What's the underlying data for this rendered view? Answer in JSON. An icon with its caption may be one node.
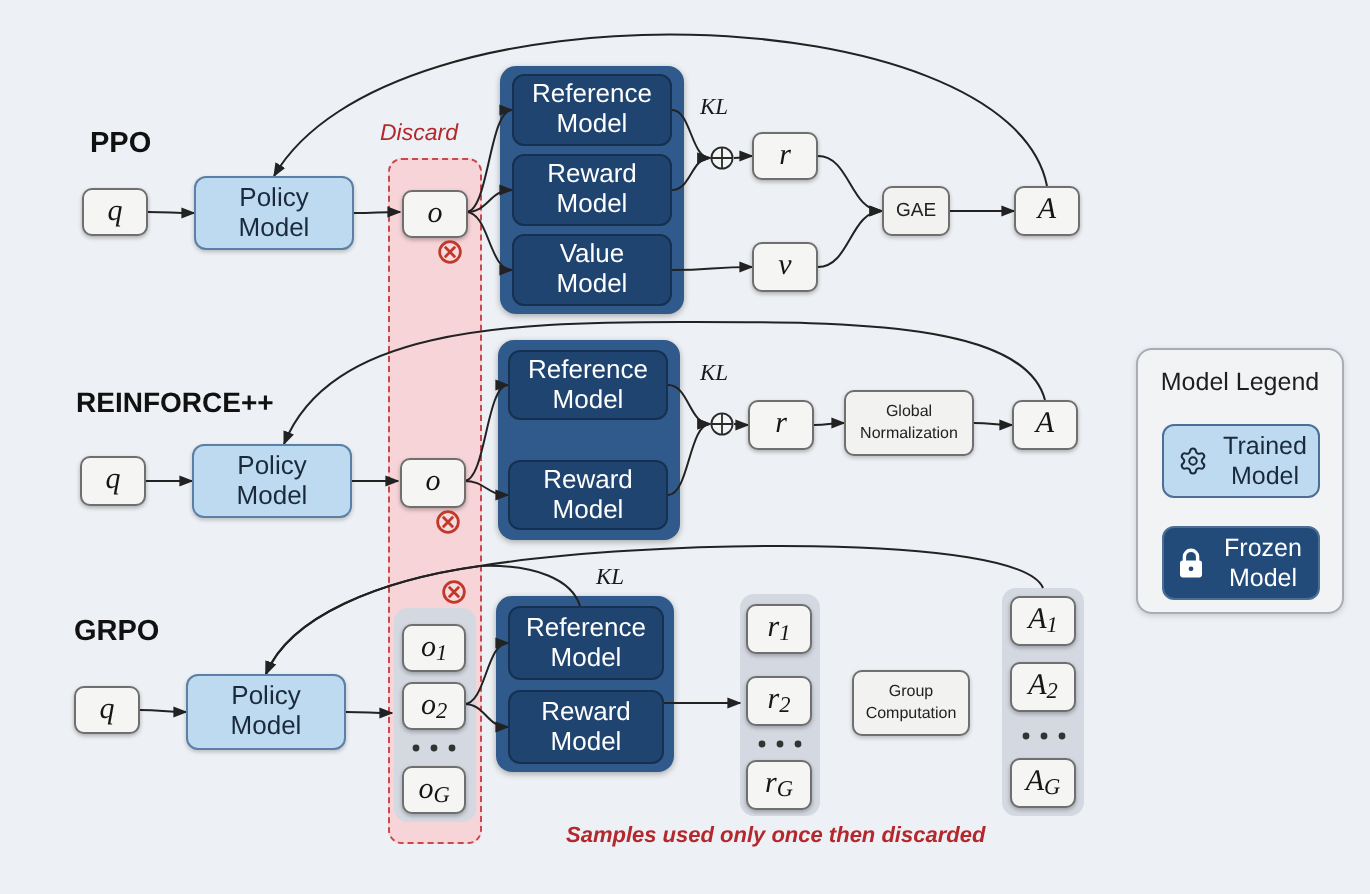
{
  "diagram": {
    "nodes": [
      {
        "text": [
          "Discard"
        ]
      },
      {
        "text": [
          "q"
        ]
      },
      {
        "text": [
          "Policy Model"
        ]
      },
      {
        "text": [
          "o"
        ],
        "in": 0
      },
      {
        "text": [],
        "shape": "box"
      },
      {
        "text": [
          "Reference Model"
        ],
        "in": 4
      },
      {
        "text": [
          "Reward Model"
        ],
        "in": 4
      },
      {
        "text": [
          "Value Model"
        ],
        "in": 4
      },
      {
        "text": [],
        "shape": "circle"
      },
      {
        "text": [
          "r"
        ]
      },
      {
        "text": [
          "v"
        ]
      },
      {
        "text": [
          "GAE"
        ]
      },
      {
        "text": [
          "A"
        ]
      },
      {
        "text": [
          "q"
        ]
      },
      {
        "text": [
          "Policy Model"
        ]
      },
      {
        "text": [
          "o"
        ],
        "in": 0
      },
      {
        "text": [],
        "shape": "box"
      },
      {
        "text": [
          "Reference Model"
        ],
        "in": 16
      },
      {
        "text": [
          "Reward Model"
        ],
        "in": 16
      },
      {
        "text": [],
        "shape": "circle"
      },
      {
        "text": [
          "r"
        ]
      },
      {
        "text": [
          "Global Normalization"
        ]
      },
      {
        "text": [
          "A"
        ]
      },
      {
        "text": [
          "q"
        ]
      },
      {
        "text": [
          "Policy Model"
        ]
      },
      {
        "text": [],
        "shape": "box",
        "in": 0
      },
      {
        "text": [
          "o$_{1}$"
        ],
        "in": 25
      },
      {
        "text": [
          "o$_{2}$"
        ],
        "in": 25
      },
      {
        "text": [
          "o$_{G}$"
        ],
        "in": 25
      },
      {
        "text": [],
        "shape": "box"
      },
      {
        "text": [
          "Reference Model"
        ],
        "in": 29
      },
      {
        "text": [
          "Reward Model"
        ],
        "in": 29
      },
      {
        "text": [],
        "shape": "box"
      },
      {
        "text": [
          "r$_{1}$"
        ],
        "in": 32
      },
      {
        "text": [
          "r$_{2}$"
        ],
        "in": 32
      },
      {
        "text": [
          "r$_{G}$"
        ],
        "in": 32
      },
      {
        "text": [
          "Group Computation"
        ]
      },
      {
        "text": [],
        "shape": "box"
      },
      {
        "text": [
          "A$_{1}$"
        ],
        "in": 37
      },
      {
        "text": [
          "A$_{2}$"
        ],
        "in": 37
      },
      {
        "text": [
          "A$_{G}$"
        ],
        "in": 37
      }
    ],
    "edges": [
      {
        "from": 1,
        "to": 2,
        "arrow": "to"
      },
      {
        "from": 2,
        "to": 3,
        "arrow": "to"
      },
      {
        "from": 3,
        "to": 5,
        "arrow": "to"
      },
      {
        "from": 3,
        "to": 6,
        "arrow": "to"
      },
      {
        "from": 3,
        "to": 7,
        "arrow": "to"
      },
      {
        "from": 5,
        "to": 8,
        "arrow": "to",
        "label": "KL"
      },
      {
        "from": 6,
        "to": 8,
        "arrow": "to"
      },
      {
        "from": 8,
        "to": 9,
        "arrow": "to"
      },
      {
        "from": 7,
        "to": 10,
        "arrow": "to"
      },
      {
        "from": 9,
        "to": 11,
        "arrow": "to"
      },
      {
        "from": 10,
        "to": 11,
        "arrow": "to"
      },
      {
        "from": 11,
        "to": 12,
        "arrow": "to"
      },
      {
        "from": 12,
        "to": 2,
        "arrow": "to"
      },
      {
        "from": 13,
        "to": 14,
        "arrow": "to"
      },
      {
        "from": 14,
        "to": 15,
        "arrow": "to"
      },
      {
        "from": 15,
        "to": 17,
        "arrow": "to"
      },
      {
        "from": 15,
        "to": 18,
        "arrow": "to"
      },
      {
        "from": 17,
        "to": 19,
        "arrow": "to",
        "label": "KL"
      },
      {
        "from": 18,
        "to": 19,
        "arrow": "to"
      },
      {
        "from": 19,
        "to": 20,
        "arrow": "to"
      },
      {
        "from": 20,
        "to": 21,
        "arrow": "to"
      },
      {
        "from": 21,
        "to": 22,
        "arrow": "to"
      },
      {
        "from": 22,
        "to": 14,
        "arrow": "to"
      },
      {
        "from": 23,
        "to": 24,
        "arrow": "to"
      },
      {
        "from": 24,
        "to": 25,
        "arrow": "to"
      },
      {
        "from": 27,
        "to": 30,
        "arrow": "to"
      },
      {
        "from": 27,
        "to": 31,
        "arrow": "to"
      },
      {
        "from": 31,
        "to": 32,
        "arrow": "to"
      },
      {
        "from": 30,
        "to": 24,
        "arrow": "to",
        "label": "KL"
      },
      {
        "from": 37,
        "to": 24,
        "arrow": "to"
      }
    ],
    "labels": [
      "PPO",
      "REINFORCE++",
      "GRPO",
      "Samples used only once then discarded",
      "Model Legend"
    ],
    "legend": [
      {
        "text": "Trained Model",
        "color": "#bddaf0"
      },
      {
        "text": "Frozen Model",
        "color": "#234b7a"
      }
    ]
  }
}
